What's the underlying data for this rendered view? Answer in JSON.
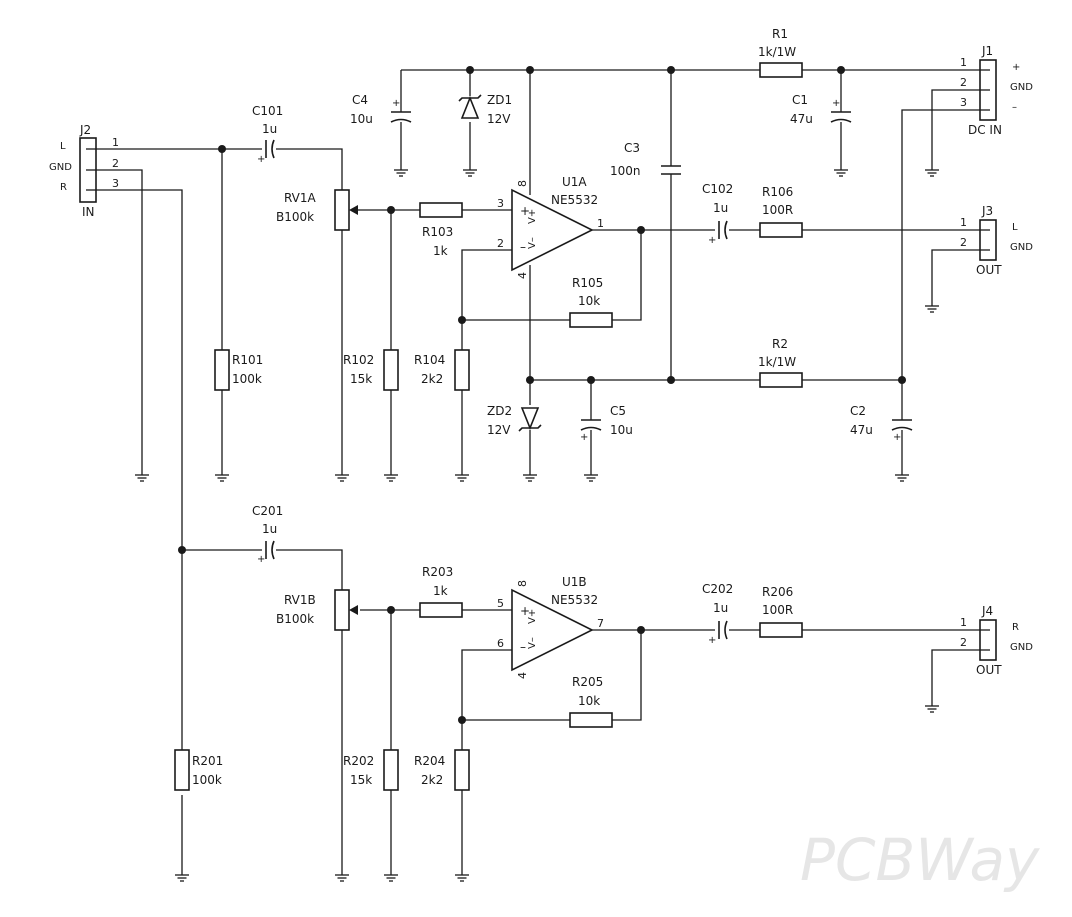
{
  "connectors": {
    "j2": {
      "ref": "J2",
      "name": "IN",
      "pins": [
        "1",
        "2",
        "3"
      ],
      "signals": [
        "L",
        "GND",
        "R"
      ]
    },
    "j1": {
      "ref": "J1",
      "name": "DC IN",
      "pins": [
        "1",
        "2",
        "3"
      ],
      "signals": [
        "+",
        "GND",
        "–"
      ]
    },
    "j3": {
      "ref": "J3",
      "name": "OUT",
      "pins": [
        "1",
        "2"
      ],
      "signals": [
        "L",
        "GND"
      ]
    },
    "j4": {
      "ref": "J4",
      "name": "OUT",
      "pins": [
        "1",
        "2"
      ],
      "signals": [
        "R",
        "GND"
      ]
    }
  },
  "opamps": {
    "u1a": {
      "ref": "U1A",
      "part": "NE5532",
      "pin_noninv": "3",
      "pin_inv": "2",
      "pin_out": "1",
      "pin_vpos": "8",
      "pin_vneg": "4",
      "plus_label": "+",
      "minus_label": "–",
      "vpos_label": "V+",
      "vneg_label": "V–"
    },
    "u1b": {
      "ref": "U1B",
      "part": "NE5532",
      "pin_noninv": "5",
      "pin_inv": "6",
      "pin_out": "7",
      "pin_vpos": "8",
      "pin_vneg": "4",
      "plus_label": "+",
      "minus_label": "–",
      "vpos_label": "V+",
      "vneg_label": "V–"
    }
  },
  "resistors": {
    "r1": {
      "ref": "R1",
      "value": "1k/1W"
    },
    "r2": {
      "ref": "R2",
      "value": "1k/1W"
    },
    "r101": {
      "ref": "R101",
      "value": "100k"
    },
    "r102": {
      "ref": "R102",
      "value": "15k"
    },
    "r103": {
      "ref": "R103",
      "value": "1k"
    },
    "r104": {
      "ref": "R104",
      "value": "2k2"
    },
    "r105": {
      "ref": "R105",
      "value": "10k"
    },
    "r106": {
      "ref": "R106",
      "value": "100R"
    },
    "r201": {
      "ref": "R201",
      "value": "100k"
    },
    "r202": {
      "ref": "R202",
      "value": "15k"
    },
    "r203": {
      "ref": "R203",
      "value": "1k"
    },
    "r204": {
      "ref": "R204",
      "value": "2k2"
    },
    "r205": {
      "ref": "R205",
      "value": "10k"
    },
    "r206": {
      "ref": "R206",
      "value": "100R"
    }
  },
  "capacitors": {
    "c1": {
      "ref": "C1",
      "value": "47u"
    },
    "c2": {
      "ref": "C2",
      "value": "47u"
    },
    "c3": {
      "ref": "C3",
      "value": "100n"
    },
    "c4": {
      "ref": "C4",
      "value": "10u"
    },
    "c5": {
      "ref": "C5",
      "value": "10u"
    },
    "c101": {
      "ref": "C101",
      "value": "1u"
    },
    "c102": {
      "ref": "C102",
      "value": "1u"
    },
    "c201": {
      "ref": "C201",
      "value": "1u"
    },
    "c202": {
      "ref": "C202",
      "value": "1u"
    },
    "polarity_mark": "+"
  },
  "zeners": {
    "zd1": {
      "ref": "ZD1",
      "value": "12V"
    },
    "zd2": {
      "ref": "ZD2",
      "value": "12V"
    }
  },
  "pots": {
    "rv1a": {
      "ref": "RV1A",
      "value": "B100k"
    },
    "rv1b": {
      "ref": "RV1B",
      "value": "B100k"
    }
  },
  "watermark": "PCBWay"
}
